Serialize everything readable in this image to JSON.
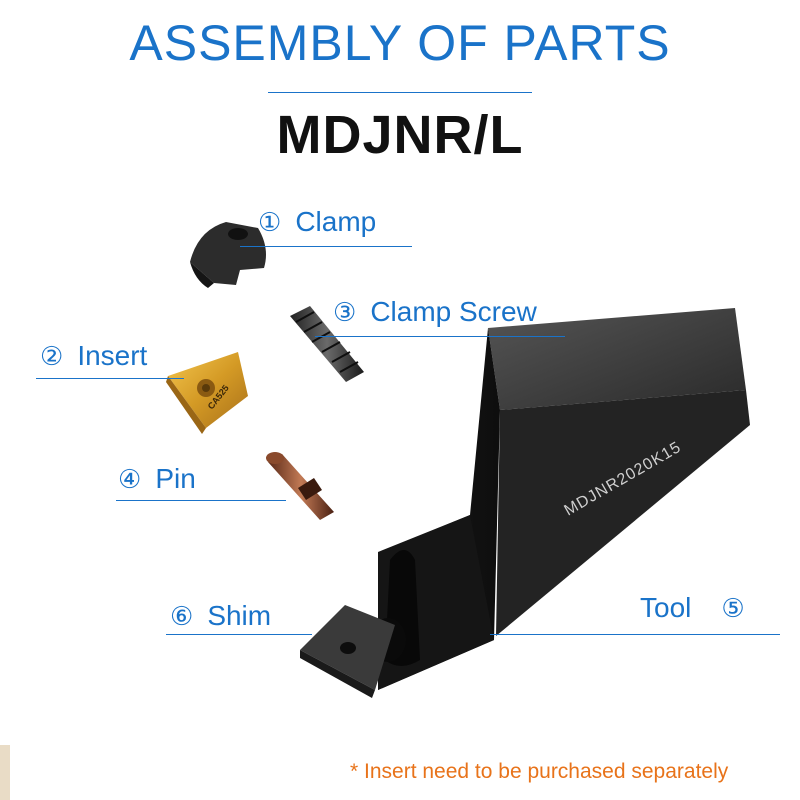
{
  "header": {
    "title": "ASSEMBLY OF PARTS",
    "subtitle": "MDJNR/L"
  },
  "parts": [
    {
      "number": "①",
      "label": "Clamp"
    },
    {
      "number": "②",
      "label": "Insert"
    },
    {
      "number": "③",
      "label": "Clamp Screw"
    },
    {
      "number": "④",
      "label": "Pin"
    },
    {
      "number": "⑤",
      "label": "Tool"
    },
    {
      "number": "⑥",
      "label": "Shim"
    }
  ],
  "tool_marking": "MDJNR2020K15",
  "insert_marking": "CA525",
  "note": "* Insert need to be purchased separately",
  "colors": {
    "label_blue": "#1a73c9",
    "note_orange": "#e8731a",
    "insert_gold": "#d9a12a",
    "tool_black": "#1c1c1c"
  }
}
